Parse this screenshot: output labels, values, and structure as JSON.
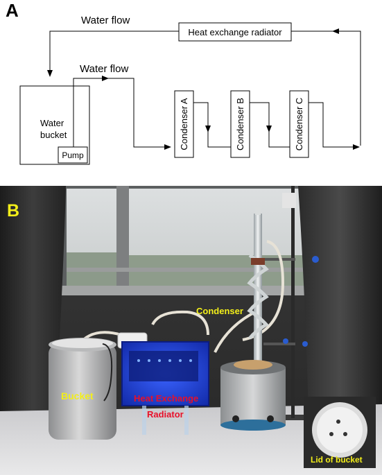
{
  "panel_a": {
    "label": "A",
    "water_flow_top": "Water flow",
    "water_flow_mid": "Water flow",
    "radiator": "Heat exchange radiator",
    "bucket_line1": "Water",
    "bucket_line2": "bucket",
    "pump": "Pump",
    "condensers": [
      "Condenser A",
      "Condenser B",
      "Condenser C"
    ]
  },
  "panel_b": {
    "label": "B",
    "bucket": "Bucket",
    "hx_line1": "Heat Exchange",
    "hx_line2": "Radiator",
    "condenser": "Condenser",
    "lid": "Lid of bucket"
  },
  "colors": {
    "line": "#000000",
    "photo_label_yellow": "#f2ee1a",
    "photo_label_red": "#e8102a",
    "acrylic_blue": "#1f3bd6"
  }
}
